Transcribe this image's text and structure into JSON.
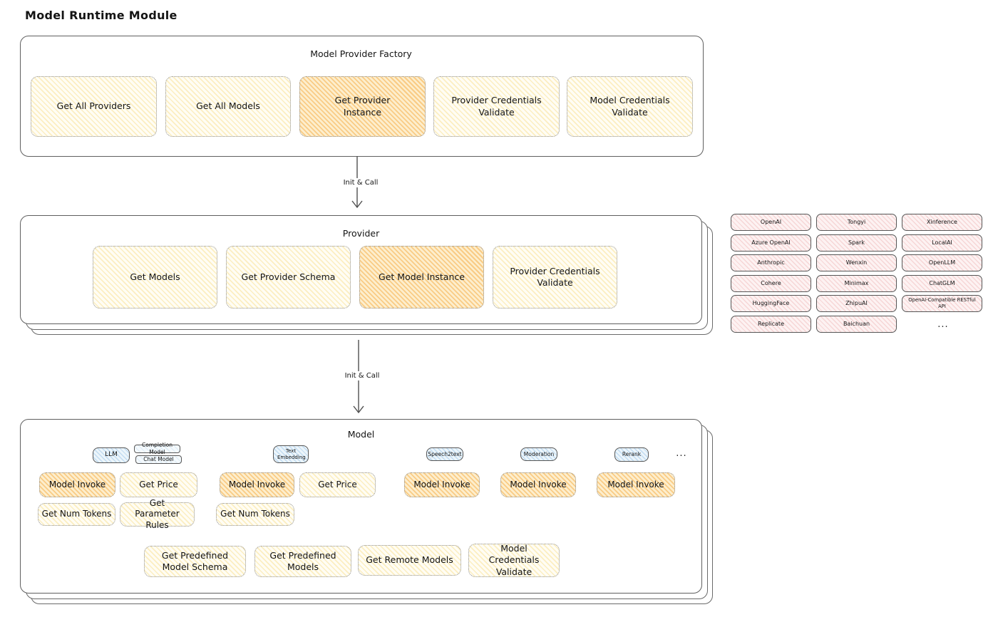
{
  "page": {
    "title": "Model Runtime Module"
  },
  "factory": {
    "title": "Model Provider Factory",
    "buttons": [
      {
        "label": "Get All Providers",
        "highlighted": false
      },
      {
        "label": "Get All Models",
        "highlighted": false
      },
      {
        "label": "Get Provider Instance",
        "highlighted": true
      },
      {
        "label": "Provider Credentials Validate",
        "highlighted": false
      },
      {
        "label": "Model Credentials Validate",
        "highlighted": false
      }
    ]
  },
  "arrows": {
    "arrow1_label": "Init & Call",
    "arrow2_label": "Init & Call"
  },
  "provider": {
    "title": "Provider",
    "buttons": [
      {
        "label": "Get Models",
        "highlighted": false
      },
      {
        "label": "Get Provider Schema",
        "highlighted": false
      },
      {
        "label": "Get Model Instance",
        "highlighted": true
      },
      {
        "label": "Provider Credentials Validate",
        "highlighted": false
      }
    ]
  },
  "provider_list": {
    "col1": [
      "OpenAI",
      "Azure OpenAI",
      "Anthropic",
      "Cohere",
      "HuggingFace",
      "Replicate"
    ],
    "col2": [
      "Tongyi",
      "Spark",
      "Wenxin",
      "Minimax",
      "ZhipuAI",
      "Baichuan"
    ],
    "col3": [
      "Xinference",
      "LocalAI",
      "OpenLLM",
      "ChatGLM",
      "OpenAI-Compatible RESTful API"
    ],
    "more_label": "..."
  },
  "model": {
    "title": "Model",
    "tabs": {
      "llm": "LLM",
      "completion_model": "Completion Model",
      "chat_model": "Chat Model",
      "text_embedding": "Text Embedding",
      "speech2text": "Speech2text",
      "moderation": "Moderation",
      "rerank": "Rerank",
      "more": "..."
    },
    "llm_buttons": [
      {
        "label": "Model Invoke",
        "highlighted": true
      },
      {
        "label": "Get Price",
        "highlighted": false
      },
      {
        "label": "Get Num Tokens",
        "highlighted": false
      },
      {
        "label": "Get Parameter Rules",
        "highlighted": false
      }
    ],
    "text_embedding_buttons": [
      {
        "label": "Model Invoke",
        "highlighted": true
      },
      {
        "label": "Get Price",
        "highlighted": false
      },
      {
        "label": "Get Num Tokens",
        "highlighted": false
      }
    ],
    "speech2text_buttons": [
      {
        "label": "Model Invoke",
        "highlighted": true
      }
    ],
    "moderation_buttons": [
      {
        "label": "Model Invoke",
        "highlighted": true
      }
    ],
    "rerank_buttons": [
      {
        "label": "Model Invoke",
        "highlighted": true
      }
    ],
    "common_buttons": [
      {
        "label": "Get Predefined Model Schema"
      },
      {
        "label": "Get Predefined Models"
      },
      {
        "label": "Get Remote Models"
      },
      {
        "label": "Model Credentials Validate"
      }
    ]
  },
  "colors": {
    "highlight_orange": "#f5a83e",
    "soft_yellow": "#f7d87a",
    "tab_blue": "#7db4e1",
    "provider_pink": "#e79e9e",
    "outline_gray": "#5f5f5f"
  }
}
